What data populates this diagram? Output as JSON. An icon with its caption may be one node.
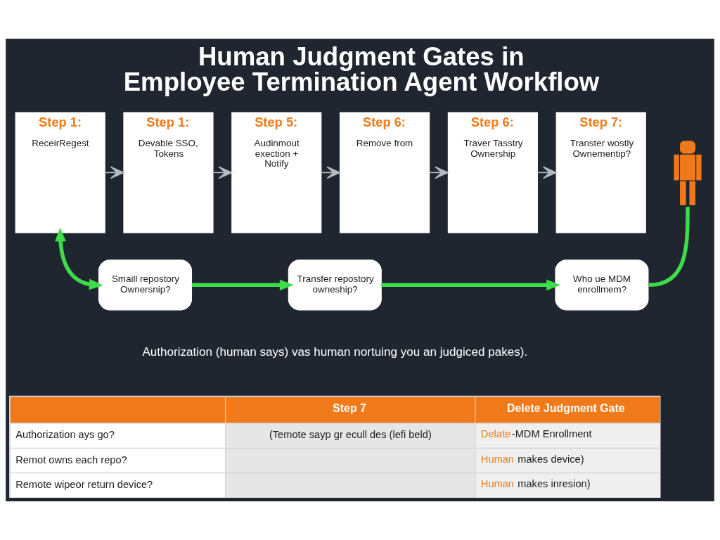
{
  "diagram": {
    "title": "Human Judgment Gates in Employee Termination Agent Workflow",
    "nodes": [
      {
        "text": [
          "Step 1:",
          "ReceirRegest"
        ]
      },
      {
        "text": [
          "Step 1:",
          "Devable SSO, Tokens"
        ]
      },
      {
        "text": [
          "Step 5:",
          "Audinmout exection + Notify"
        ]
      },
      {
        "text": [
          "Step 6:",
          "Remove from"
        ]
      },
      {
        "text": [
          "Step 6:",
          "Traver Tasstry Ownership"
        ]
      },
      {
        "text": [
          "Step 7:",
          "Transter wostly Ownementip?"
        ]
      },
      {
        "text": [],
        "shape": "person"
      },
      {
        "text": [
          "Smaill repostory Ownersnip?"
        ]
      },
      {
        "text": [
          "Transfer repostory owneship?"
        ]
      },
      {
        "text": [
          "Who ue MDM enrollmem?"
        ]
      }
    ],
    "edges": [
      {
        "from": 0,
        "to": 1,
        "arrow": "to"
      },
      {
        "from": 1,
        "to": 2,
        "arrow": "to"
      },
      {
        "from": 2,
        "to": 3,
        "arrow": "to"
      },
      {
        "from": 3,
        "to": 4,
        "arrow": "to"
      },
      {
        "from": 4,
        "to": 5,
        "arrow": "to"
      },
      {
        "from": 0,
        "to": 7,
        "arrow": "both",
        "style": "thick",
        "color": "#3ddc4a"
      },
      {
        "from": 7,
        "to": 8,
        "arrow": "to",
        "style": "thick",
        "color": "#3ddc4a"
      },
      {
        "from": 8,
        "to": 9,
        "arrow": "to",
        "style": "thick",
        "color": "#3ddc4a"
      },
      {
        "from": 6,
        "to": 9,
        "arrow": "none",
        "style": "thick",
        "color": "#3ddc4a"
      }
    ],
    "labels": [
      "Authorization (human says) vas human nortuing you an judgiced pakes).",
      "Step 7",
      "Delete Judgment Gate",
      "Authorization ays go?",
      "(Temote sayp gr ecull des (lefi beld)",
      "Delate-MDM Enrollment",
      "Remot owns each repo?",
      "Human makes device)",
      "Remote wipeor return device?",
      "Human makes inresion)"
    ]
  }
}
